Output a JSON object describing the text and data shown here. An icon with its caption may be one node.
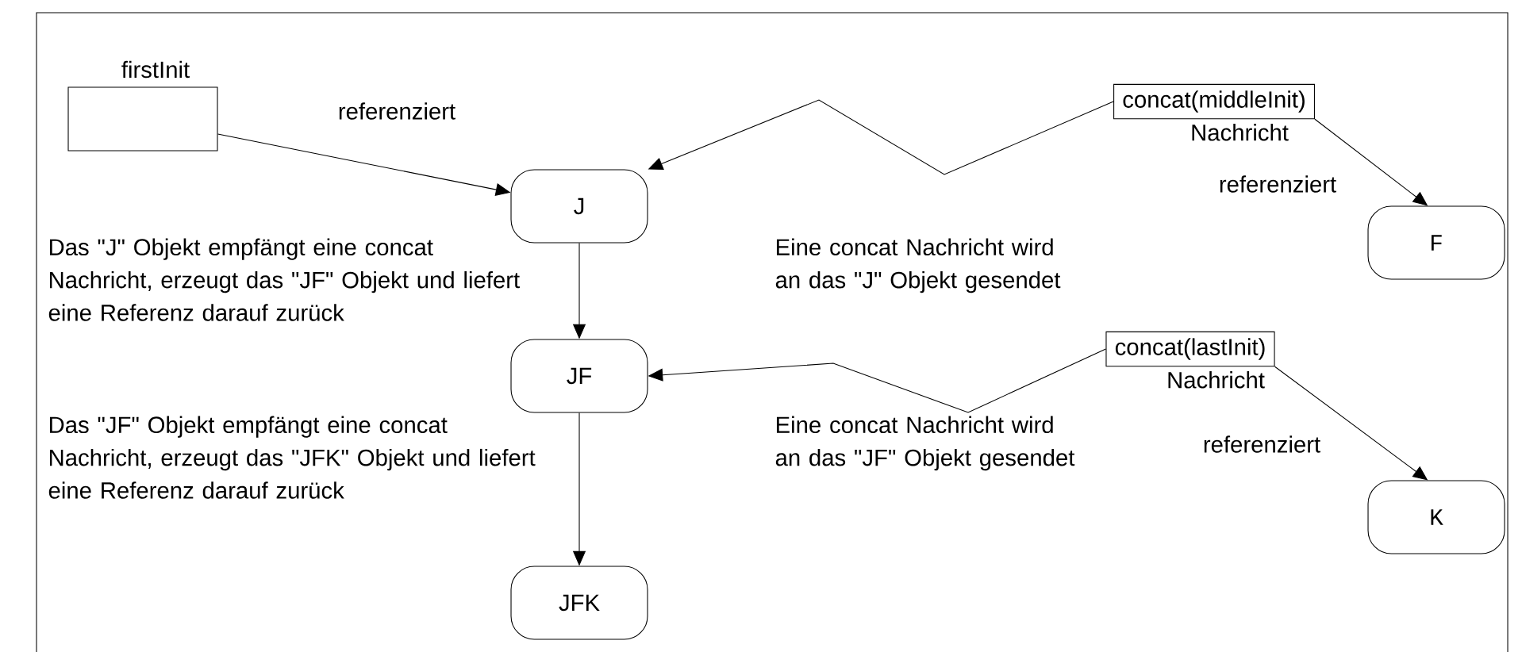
{
  "diagram": {
    "nodes": [
      {
        "text": [
          "firstInit"
        ]
      },
      {
        "text": [
          "J"
        ]
      },
      {
        "text": [
          "JF"
        ]
      },
      {
        "text": [
          "JFK"
        ]
      },
      {
        "text": [
          "concat(middleInit)"
        ],
        "beside": [
          "Nachricht"
        ]
      },
      {
        "text": [
          "F"
        ]
      },
      {
        "text": [
          "concat(lastInit)"
        ],
        "beside": [
          "Nachricht"
        ]
      },
      {
        "text": [
          "K"
        ]
      }
    ],
    "edges": [
      {
        "from": 0,
        "to": 1,
        "arrow": "to",
        "label": "referenziert"
      },
      {
        "from": 4,
        "to": 1,
        "arrow": "to"
      },
      {
        "from": 1,
        "to": 2,
        "arrow": "to"
      },
      {
        "from": 2,
        "to": 3,
        "arrow": "to"
      },
      {
        "from": 4,
        "to": 5,
        "arrow": "to",
        "label": "referenziert"
      },
      {
        "from": 6,
        "to": 2,
        "arrow": "to"
      },
      {
        "from": 6,
        "to": 7,
        "arrow": "to",
        "label": "referenziert"
      }
    ],
    "labels": [
      "Das \"J\" Objekt empfängt eine concat Nachricht, erzeugt das \"JF\" Objekt und liefert eine Referenz darauf zurück",
      "Eine concat Nachricht wird an das \"J\" Objekt gesendet",
      "Das \"JF\" Objekt empfängt eine concat Nachricht, erzeugt das \"JFK\" Objekt und liefert eine Referenz darauf zurück",
      "Eine concat Nachricht wird an das \"JF\" Objekt gesendet"
    ]
  }
}
